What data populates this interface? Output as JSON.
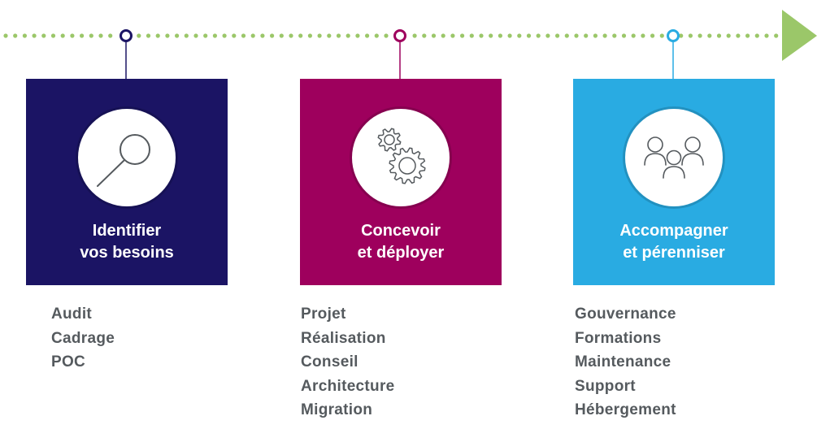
{
  "colors": {
    "timeline": "#9bc769",
    "step1": "#1b1464",
    "step2": "#9e005d",
    "step3": "#29abe2",
    "list_text": "#555a5e"
  },
  "steps": [
    {
      "icon": "magnifier-icon",
      "title_line1": "Identifier",
      "title_line2": "vos besoins",
      "items": [
        "Audit",
        "Cadrage",
        "POC"
      ]
    },
    {
      "icon": "gears-icon",
      "title_line1": "Concevoir",
      "title_line2": "et déployer",
      "items": [
        "Projet",
        "Réalisation",
        "Conseil",
        "Architecture",
        "Migration"
      ]
    },
    {
      "icon": "people-icon",
      "title_line1": "Accompagner",
      "title_line2": "et pérenniser",
      "items": [
        "Gouvernance",
        "Formations",
        "Maintenance",
        "Support",
        "Hébergement"
      ]
    }
  ]
}
